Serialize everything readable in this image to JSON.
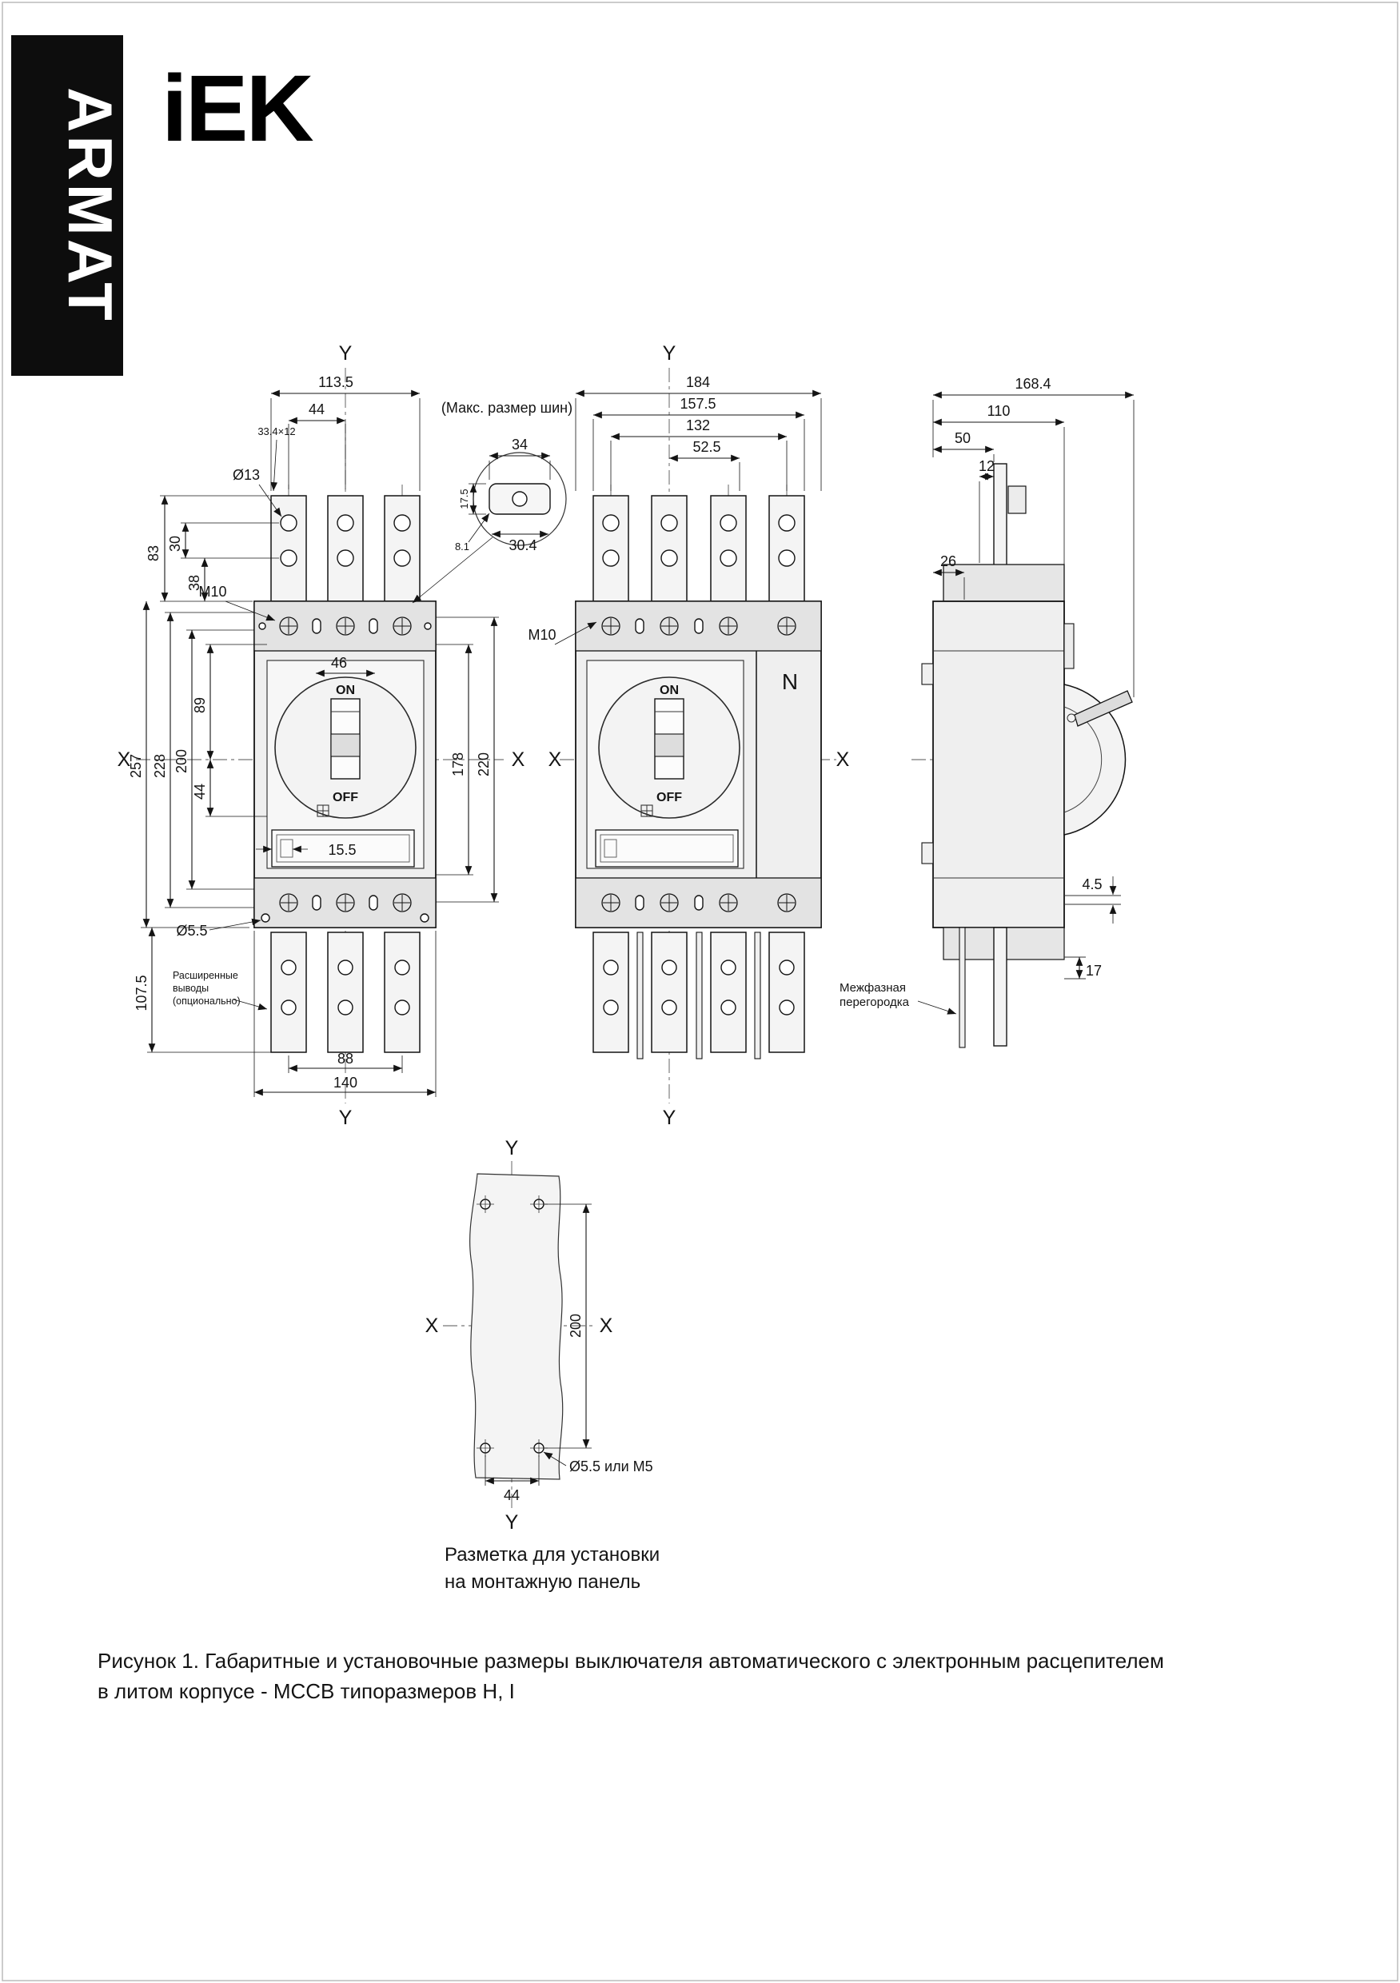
{
  "brand": {
    "banner": "ARMAT",
    "logo": "iEK"
  },
  "axes": {
    "x": "X",
    "y": "Y"
  },
  "view3p": {
    "labels": {
      "on": "ON",
      "off": "OFF",
      "ext_note_1": "Расширенные",
      "ext_note_2": "выводы",
      "ext_note_3": "(опционально)"
    },
    "dims": {
      "total_width": "113.5",
      "pole_pitch": "44",
      "tab_section": "33.4×12",
      "top_hole": "Ø13",
      "tab_length": "83",
      "hole_gap": "30",
      "hole_to_body": "38",
      "bolt_thread": "M10",
      "toggle_width": "46",
      "height_overall": "257",
      "mount_228": "228",
      "mount_200": "200",
      "axis_up": "89",
      "axis_down": "44",
      "label_offset": "15.5",
      "right_178": "178",
      "right_220": "220",
      "bottom_hole": "Ø5.5",
      "ext_length": "107.5",
      "hole_span": "88",
      "body_width": "140"
    }
  },
  "bus_detail": {
    "title": "(Макс. размер шин)",
    "width": "34",
    "thickness": "17.5",
    "radius": "8.1",
    "hole_span": "30.4"
  },
  "view4p": {
    "labels": {
      "on": "ON",
      "off": "OFF",
      "neutral": "N",
      "partition_1": "Межфазная",
      "partition_2": "перегородка"
    },
    "dims": {
      "total_width": "184",
      "width_157": "157.5",
      "width_132": "132",
      "width_52": "52.5",
      "bolt_thread": "M10"
    }
  },
  "side": {
    "dims": {
      "depth_total": "168.4",
      "depth_110": "110",
      "depth_50": "50",
      "depth_12": "12",
      "offset_26": "26",
      "panel_4_5": "4.5",
      "offset_17": "17"
    }
  },
  "mounting": {
    "dims": {
      "hole_v": "200",
      "hole_h": "44",
      "hole_spec": "Ø5.5 или M5"
    },
    "caption_1": "Разметка для установки",
    "caption_2": "на монтажную панель"
  },
  "figure": {
    "caption_1": "Рисунок 1. Габаритные и установочные размеры выключателя автоматического с электронным расцепителем",
    "caption_2": "в литом корпусе - MCCB типоразмеров H, I"
  }
}
